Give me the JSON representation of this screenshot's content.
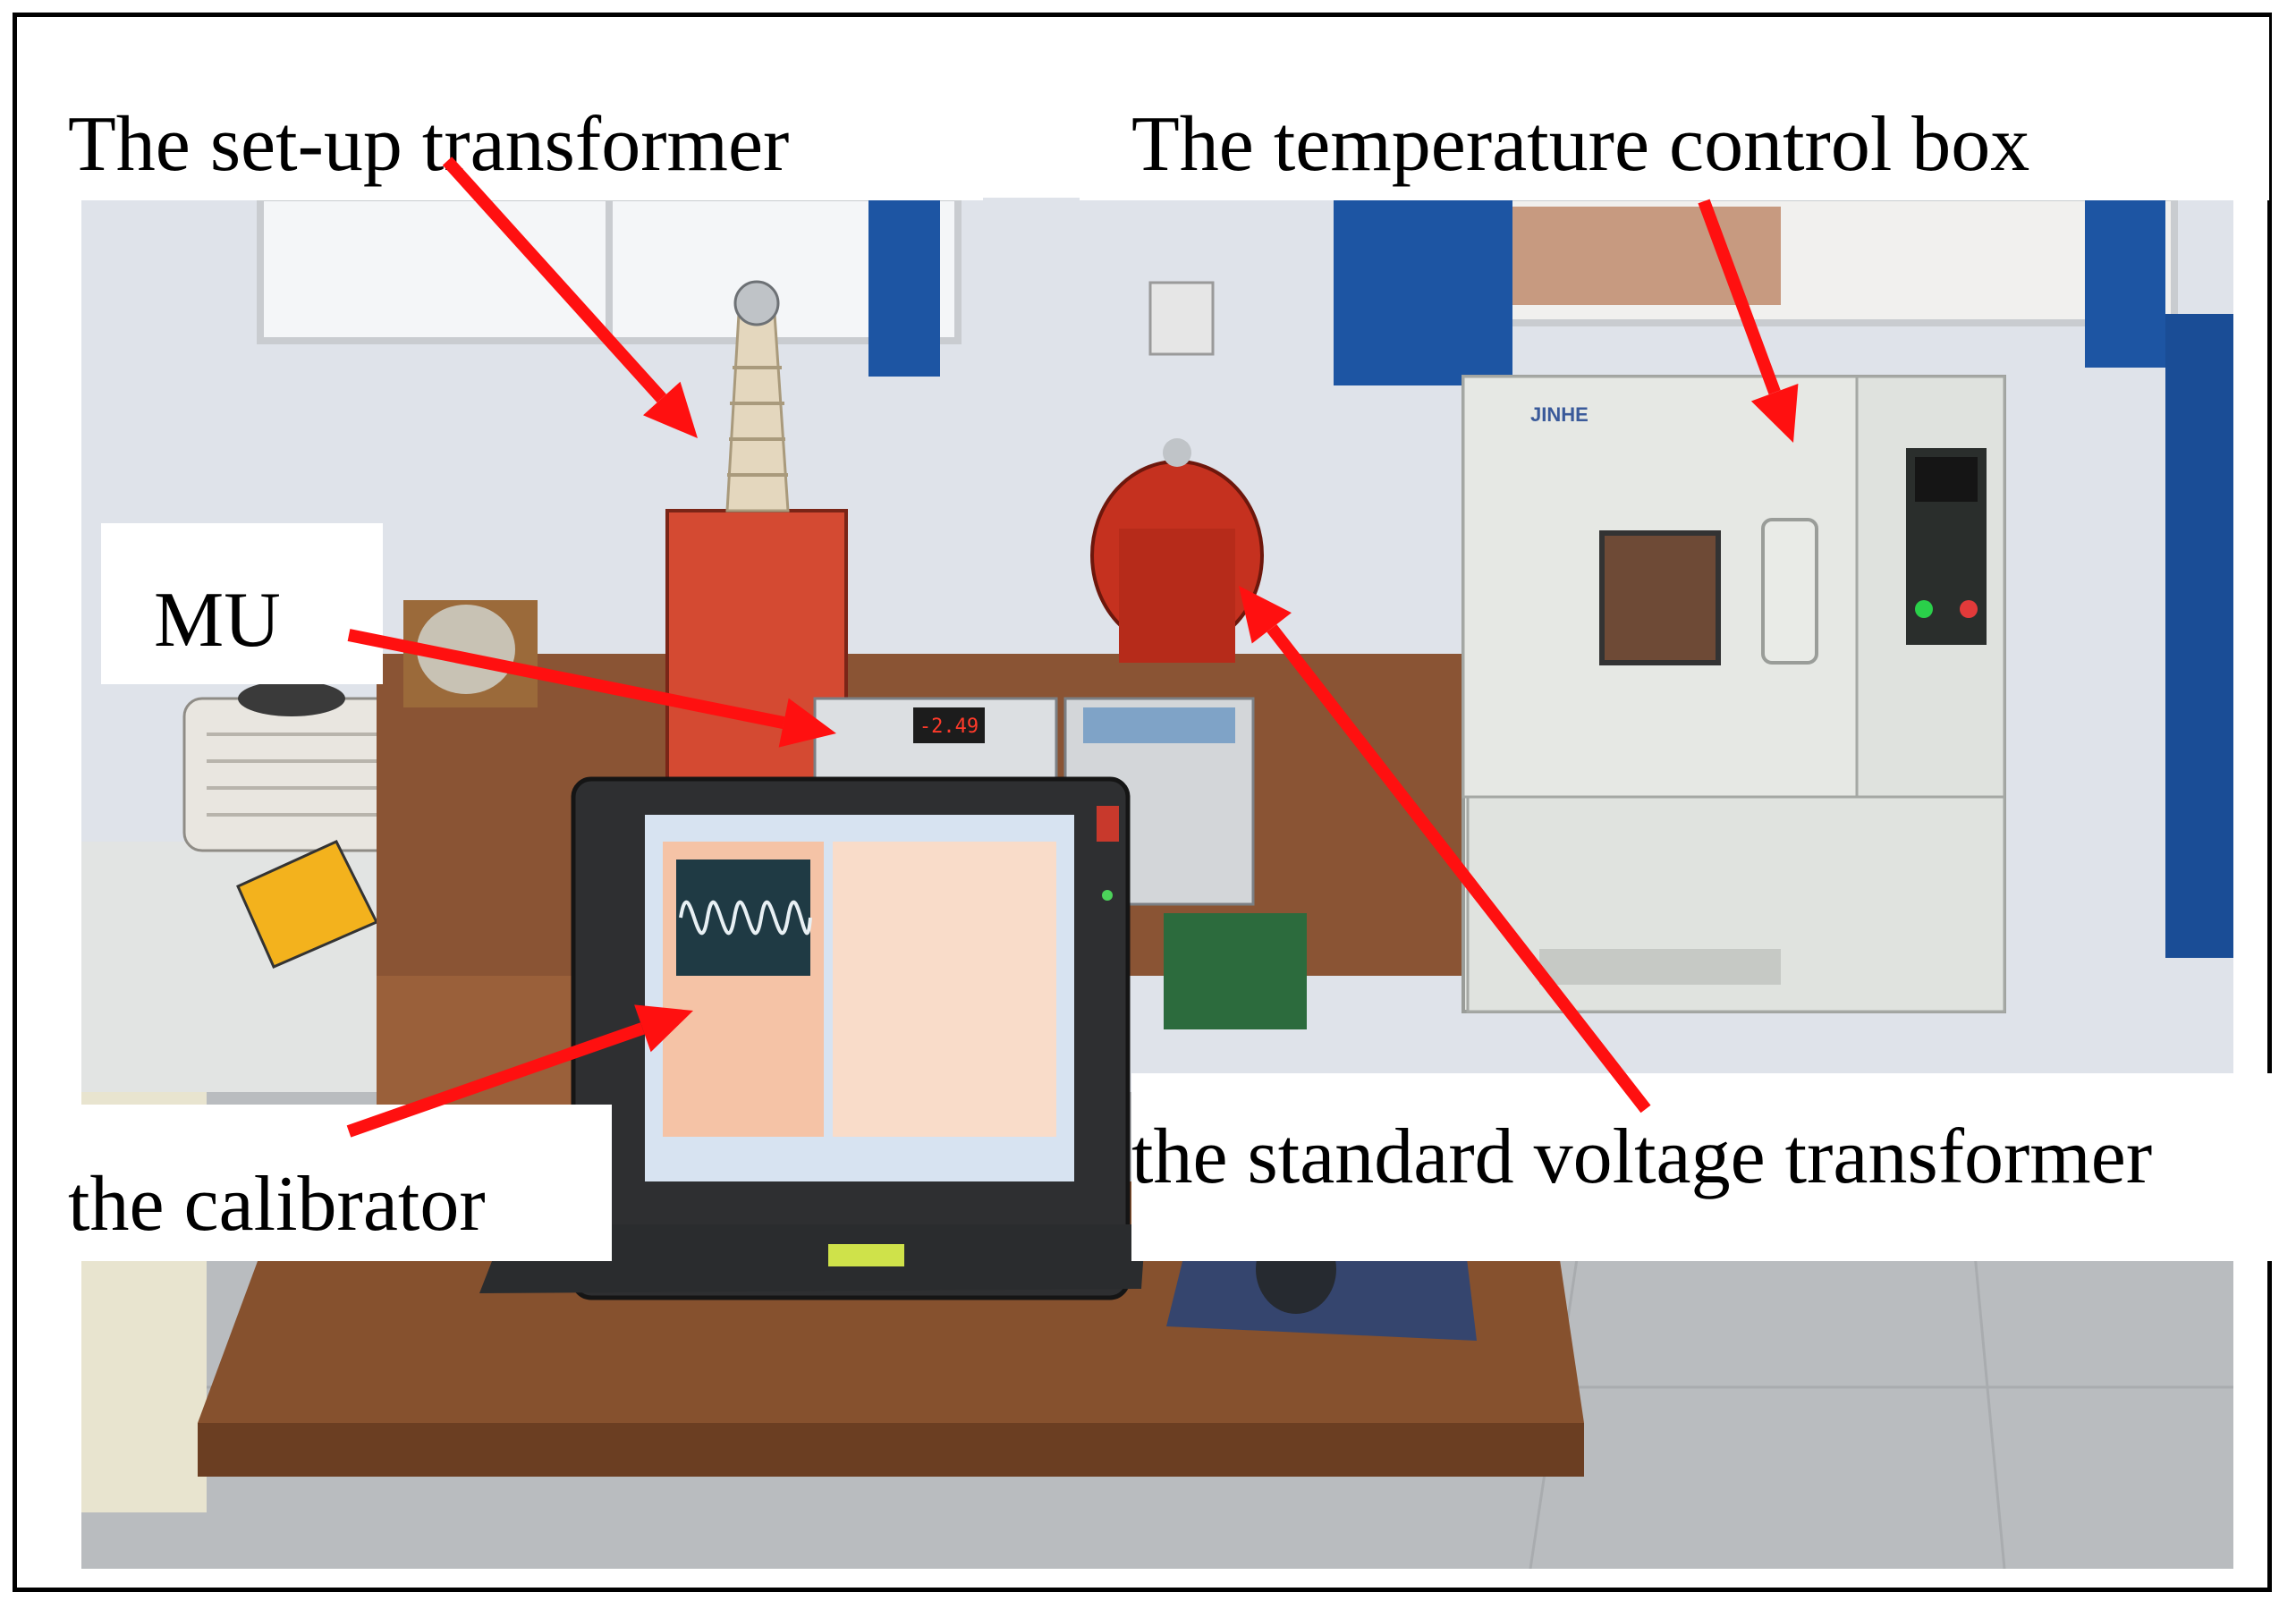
{
  "labels": {
    "setup_transformer": "The set-up transformer",
    "temperature_box": "The temperature control box",
    "mu": "MU",
    "calibrator": "the calibrator",
    "standard_vt": "the standard voltage transformer"
  },
  "photo_text": {
    "chamber_brand": "JINHE",
    "meter_reading": "-2.49"
  },
  "colors": {
    "arrow": "#ff1010",
    "label_bg": "#ffffff",
    "frame": "#000000"
  }
}
